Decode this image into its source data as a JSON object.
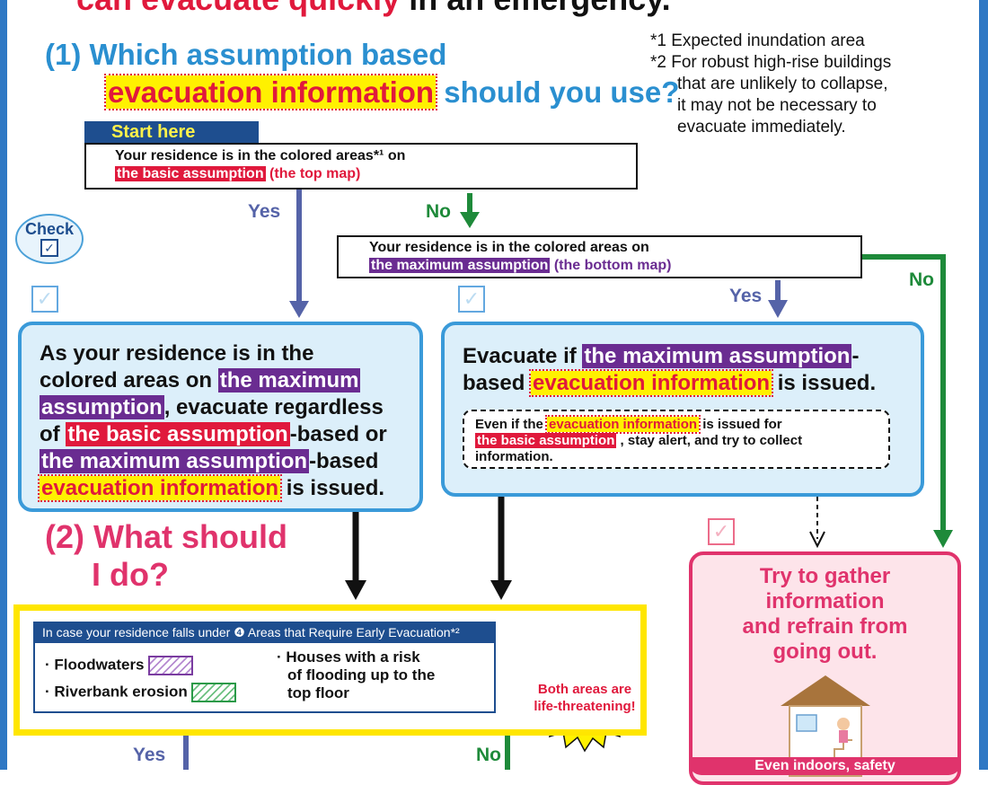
{
  "heading": {
    "red": "can evacuate quickly",
    "rest": " in an emergency."
  },
  "question1": {
    "prefix": "(1) Which assumption based",
    "highlight": "evacuation information",
    "suffix": " should you use?"
  },
  "notes": {
    "note1": "*1 Expected inundation area",
    "note2_line1": "*2 For robust high-rise buildings",
    "note2_line2": "that are unlikely to collapse,",
    "note2_line3": "it may not be necessary to",
    "note2_line4": "evacuate immediately."
  },
  "start_label": "Start here",
  "box1": {
    "line1": "Your residence is in the colored areas*¹ on",
    "highlight": "the basic assumption",
    "suffix": " (the top map)"
  },
  "box2": {
    "line1": "Your residence is in the colored areas on",
    "highlight": "the maximum assumption",
    "suffix": " (the bottom map)"
  },
  "labels": {
    "yes1": "Yes",
    "no1": "No",
    "no2": "No",
    "yes2": "Yes",
    "yes3": "Yes",
    "no3": "No"
  },
  "check_bubble": {
    "label": "Check",
    "mark": "✓"
  },
  "checkmark": "✓",
  "left_box": {
    "t1": "As your residence is in the",
    "t2": "colored areas on ",
    "h1": "the maximum",
    "h2": "assumption",
    "t3": ", evacuate regardless",
    "t4": "of ",
    "h3": "the basic assumption",
    "t5": "-based or",
    "h4": "the maximum assumption",
    "t6": "-based",
    "h5": "evacuation information",
    "t7": " is issued."
  },
  "right_box": {
    "t1": "Evacuate if ",
    "h1": "the maximum assumption",
    "t2": "-",
    "t3": "based ",
    "h2": "evacuation information",
    "t4": " is issued.",
    "d1": "Even if the ",
    "dh1": "evacuation information",
    "d2": " is issued for",
    "dh2": "the basic assumption",
    "d3": " , stay alert, and try to collect",
    "d4": "information."
  },
  "question2": {
    "line1": "(2) What should",
    "line2": "I do?"
  },
  "pink_box": {
    "line1": "Try to gather",
    "line2": "information",
    "line3": "and refrain from",
    "line4": "going out.",
    "footer": "Even indoors, safety"
  },
  "early_evac": {
    "title": "In case your residence falls under ❹ Areas that Require Early Evacuation*²",
    "floodwaters": "· Floodwaters",
    "riverbank": "· Riverbank erosion",
    "houses1": "· Houses with a risk",
    "houses2": "of flooding up to the",
    "houses3": "top floor"
  },
  "burst": {
    "line1": "Both areas are",
    "line2": "life-threatening!"
  },
  "colors": {
    "blue": "#2a8fd0",
    "red": "#e0193c",
    "purple": "#6a2c91",
    "pink": "#e0336c",
    "green": "#1e8a3a",
    "navy": "#1e4e8f"
  }
}
